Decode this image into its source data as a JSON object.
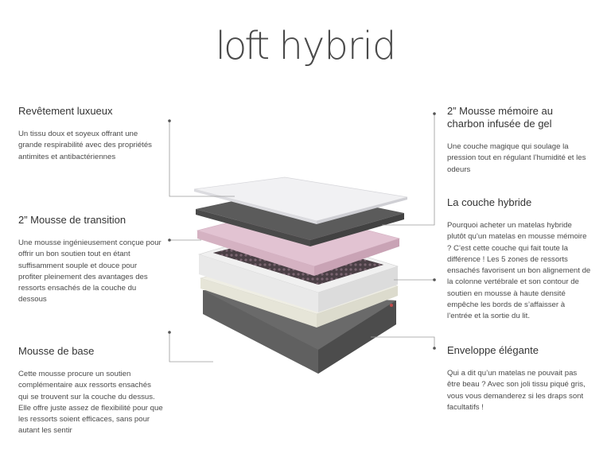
{
  "brand": {
    "logo_part1": "loft",
    "logo_part2": "hybrid"
  },
  "features": {
    "revetement": {
      "title": "Revêtement luxueux",
      "text": "Un tissu doux et soyeux offrant une grande respirabilité avec des propriétés antimites et antibactériennes"
    },
    "transition": {
      "title": "2” Mousse de transition",
      "text": "Une mousse ingénieusement conçue pour offrir un bon soutien tout en étant suffisamment souple et douce pour profiter pleinement des avantages des ressorts ensachés de la couche du dessous"
    },
    "base": {
      "title": "Mousse de base",
      "text": "Cette mousse procure un soutien complémentaire aux ressorts ensachés qui se trouvent sur la couche du dessus. Elle offre juste assez de flexibilité pour que les ressorts soient efficaces, sans pour autant les sentir"
    },
    "memoire": {
      "title": "2” Mousse mémoire au charbon infusée de gel",
      "text": "Une couche magique qui soulage la pression tout en régulant l’humidité et les odeurs"
    },
    "hybride": {
      "title": "La couche hybride",
      "text": "Pourquoi acheter un matelas hybride plutôt qu’un matelas en mousse mémoire ? C’est cette couche qui fait toute la différence ! Les 5 zones de ressorts ensachés favorisent un bon alignement de la colonne vertébrale et son contour de soutien en mousse à haute densité empêche les bords de s’affaisser à l’entrée et la sortie du lit."
    },
    "enveloppe": {
      "title": "Enveloppe élégante",
      "text": "Qui a dit qu’un matelas ne pouvait pas être beau ? Avec son joli tissu piqué gris, vous vous demanderez si les draps sont facultatifs !"
    }
  },
  "colors": {
    "cover": "#f1f1f3",
    "memory_foam": "#5b5b5b",
    "transition_foam": "#e2c3d2",
    "coil_layer": "#eeeeee",
    "base_foam": "#efeee4",
    "casing": "#5e5e5e",
    "leader": "#9a9a9a"
  },
  "icons": {
    "layer_stack": "exploded-mattress-illustration"
  }
}
